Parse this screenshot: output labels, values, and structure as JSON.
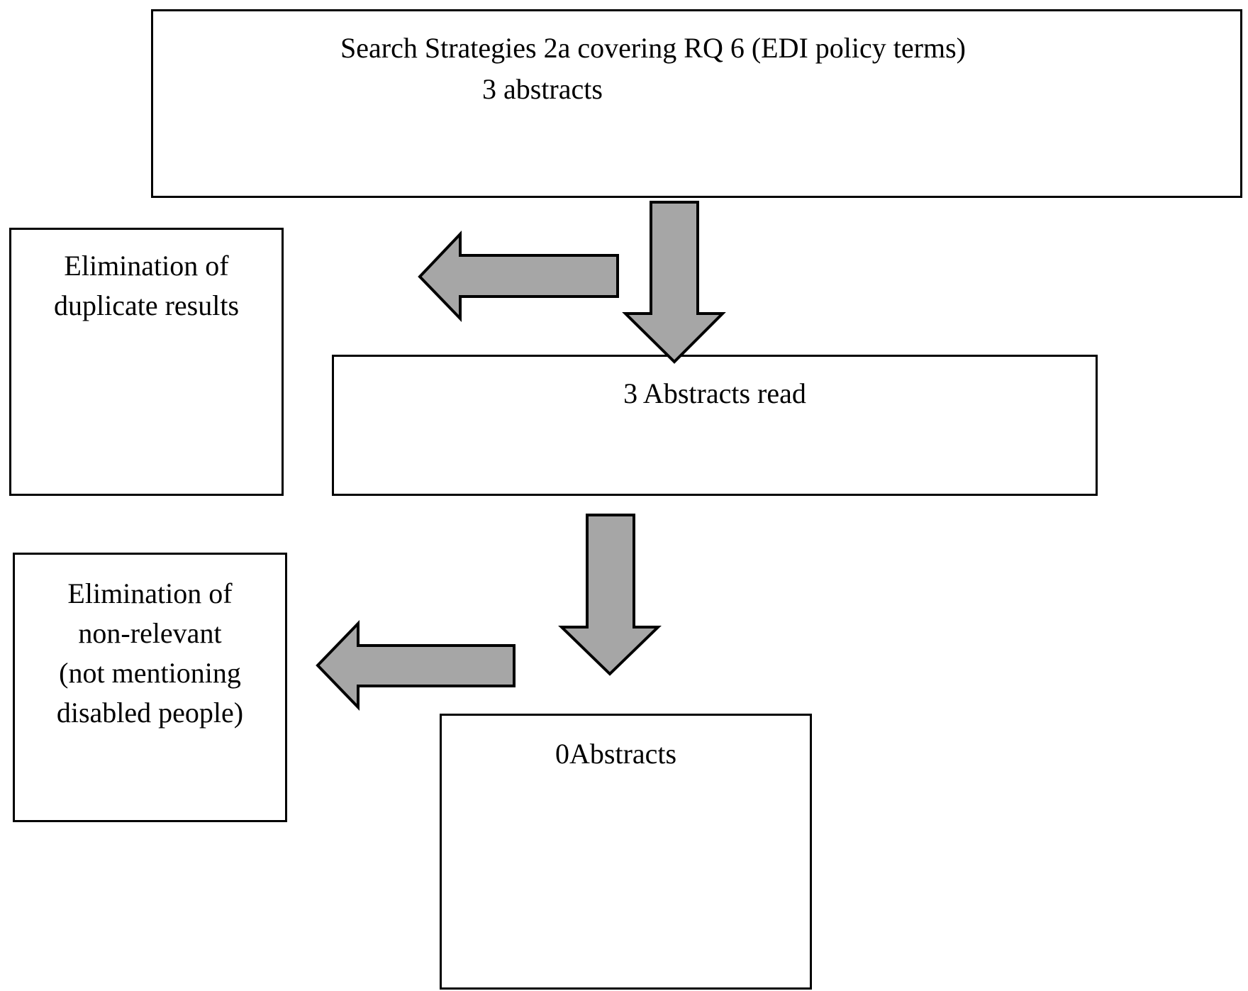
{
  "diagram": {
    "top_box": {
      "title": "Search Strategies 2a covering RQ 6 (EDI policy terms)",
      "count": "3 abstracts"
    },
    "duplicates_box": {
      "line1": "Elimination of",
      "line2": "duplicate results"
    },
    "read_box": {
      "text": "3 Abstracts read"
    },
    "nonrelevant_box": {
      "line1": "Elimination of",
      "line2": "non-relevant",
      "line3": "(not mentioning",
      "line4": "disabled people)"
    },
    "final_box": {
      "text": "0Abstracts"
    },
    "colors": {
      "arrow_fill": "#a6a6a6",
      "border": "#000000",
      "background": "#ffffff"
    }
  }
}
